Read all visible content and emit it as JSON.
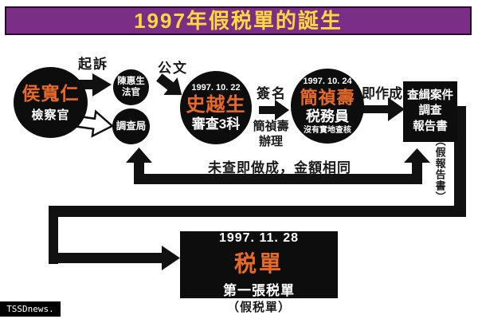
{
  "banner": {
    "title": "1997年假税單的誕生",
    "bg_color": "#7B2E86",
    "text_color": "#FFD83F"
  },
  "colors": {
    "accent_orange": "#E96A25",
    "node_black": "#0D0D0D"
  },
  "nodes": {
    "prosecutor": {
      "name": "侯寬仁",
      "role": "檢察官"
    },
    "judge": {
      "line1": "陳惠生",
      "line2": "法官"
    },
    "bureau": {
      "label": "調查局"
    },
    "reviewer": {
      "date": "1997. 10. 22",
      "name": "史越生",
      "role": "審查3科"
    },
    "tax_officer": {
      "date": "1997. 10. 24",
      "name": "簡禎壽",
      "role": "税務員",
      "note": "沒有實地查核"
    },
    "report": {
      "line1": "查緝案件",
      "line2": "調查",
      "line3": "報告書"
    },
    "tax_bill": {
      "date": "1997. 11. 28",
      "name": "税單",
      "caption": "第一張税單"
    }
  },
  "labels": {
    "prosecute": "起訴",
    "official_document": "公文",
    "sign": "簽名",
    "handled_line1": "簡禎壽",
    "handled_line2": "辦理",
    "made_immediately": "即作成",
    "return_note": "未查即做成，金額相同",
    "fake_report": "（假報告書）",
    "fake_tax_bill": "（假税單）"
  },
  "watermark": "TSSDnews."
}
